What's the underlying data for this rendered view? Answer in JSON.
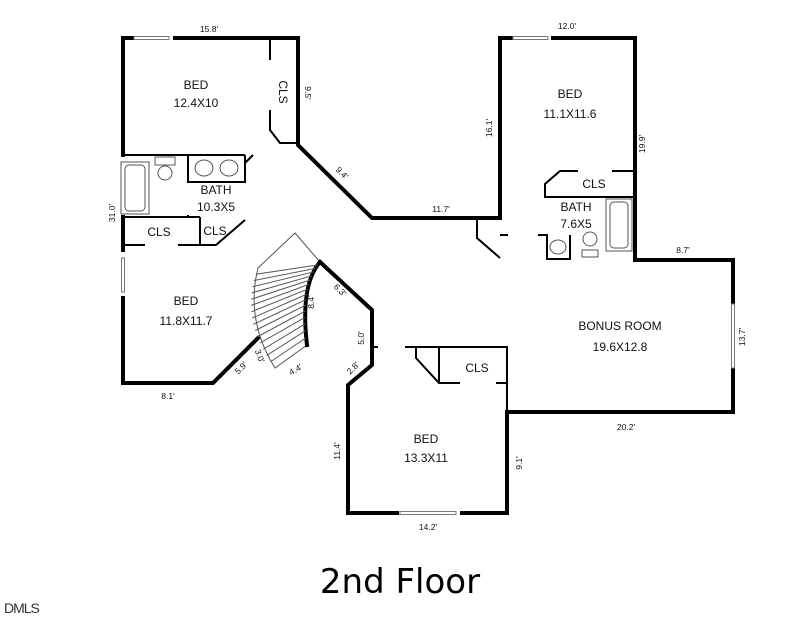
{
  "floor_title": "2nd Floor",
  "logo": "DMLS",
  "rooms": [
    {
      "name": "BED",
      "size": "12.4X10"
    },
    {
      "name": "BED",
      "size": "11.1X11.6"
    },
    {
      "name": "BATH",
      "size": "10.3X5"
    },
    {
      "name": "BATH",
      "size": "7.6X5"
    },
    {
      "name": "BED",
      "size": "11.8X11.7"
    },
    {
      "name": "BONUS ROOM",
      "size": "19.6X12.8"
    },
    {
      "name": "BED",
      "size": "13.3X11"
    }
  ],
  "closets": [
    "CLS",
    "CLS",
    "CLS",
    "CLS",
    "CLS"
  ],
  "dimensions": [
    "15.8'",
    "9.5'",
    "9.4'",
    "11.7'",
    "12.0'",
    "16.1'",
    "19.9'",
    "31.0'",
    "8.7'",
    "13.7'",
    "20.2'",
    "9.1'",
    "14.2'",
    "11.4'",
    "2.8'",
    "5.0'",
    "6.3'",
    "8.4'",
    "4.4'",
    "3.0'",
    "5.9'",
    "8.1'"
  ]
}
